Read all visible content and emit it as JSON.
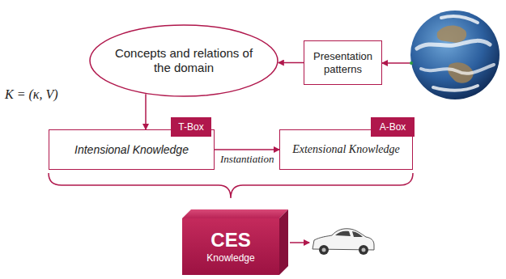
{
  "diagram": {
    "nodes": [
      {
        "text": [
          "Concepts and relations of the domain"
        ]
      },
      {
        "text": [
          "Presentation patterns"
        ]
      },
      {
        "text": [
          "Intensional Knowledge"
        ]
      },
      {
        "text": [
          "T-Box"
        ],
        "in": 2
      },
      {
        "text": [
          "Extensional Knowledge"
        ]
      },
      {
        "text": [
          "A-Box"
        ],
        "in": 4
      },
      {
        "text": [
          "CES",
          "Knowledge"
        ]
      }
    ],
    "edges": [
      {
        "from": 1,
        "to": 0,
        "arrow": "to"
      },
      {
        "from": 0,
        "to": 2,
        "arrow": "to"
      },
      {
        "from": 2,
        "to": 4,
        "arrow": "to",
        "label": "Instantiation"
      }
    ],
    "labels": [
      "K = (κ, V)"
    ]
  }
}
